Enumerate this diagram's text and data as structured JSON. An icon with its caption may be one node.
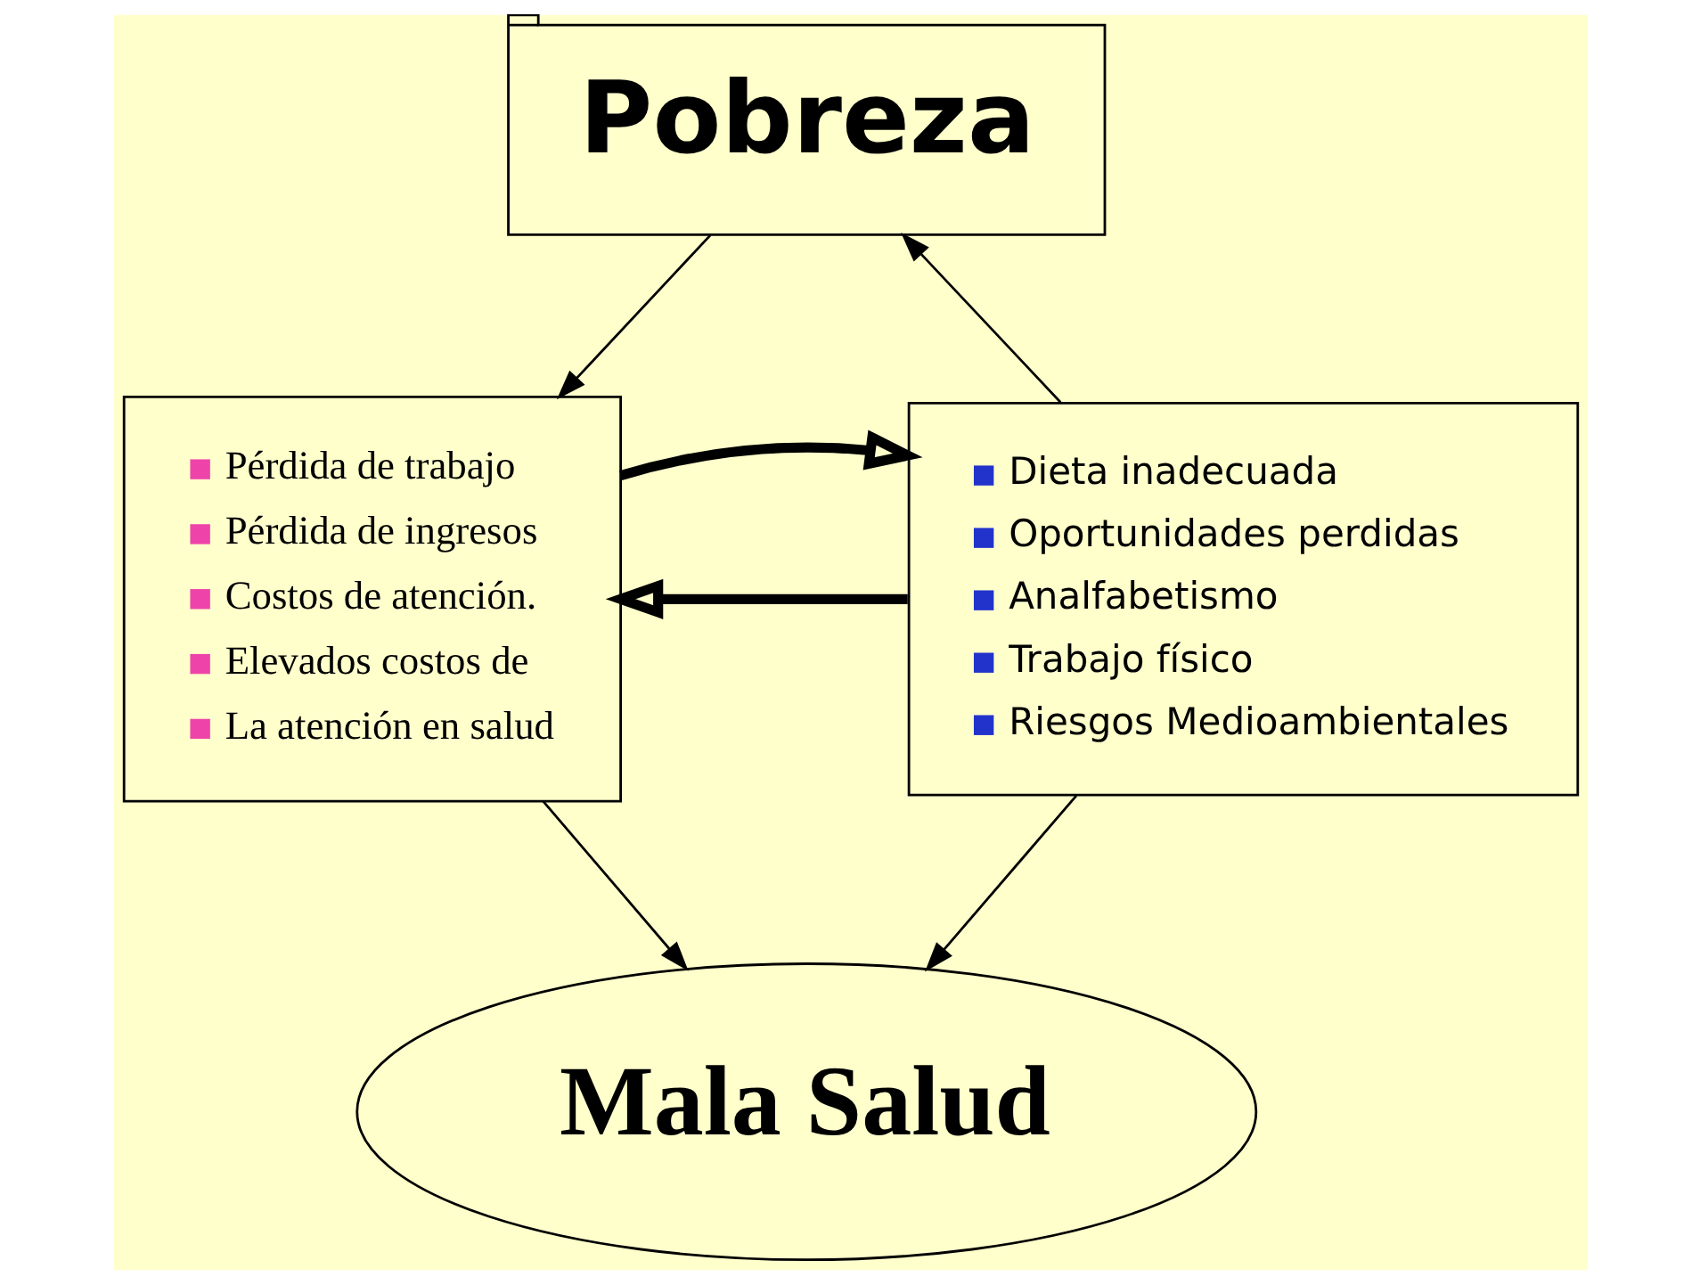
{
  "diagram": {
    "nodes": [
      {
        "text": [
          "Pobreza"
        ]
      },
      {
        "text": [
          "Dieta inadecuada",
          "Oportunidades perdidas",
          "Analfabetismo",
          "Trabajo físico",
          "Riesgos Medioambientales"
        ]
      },
      {
        "text": [
          "Pérdida de trabajo",
          "Pérdida de ingresos",
          "Costos de atención.",
          "Elevados costos de",
          "La atención en salud"
        ]
      },
      {
        "text": [
          "Mala Salud"
        ]
      }
    ],
    "edges": [
      {
        "from": 1,
        "to": 0,
        "arrow": "to"
      },
      {
        "from": 0,
        "to": 2,
        "arrow": "to"
      },
      {
        "from": 1,
        "to": 2,
        "arrow": "to",
        "style": "thick"
      },
      {
        "from": 2,
        "to": 1,
        "arrow": "to",
        "style": "thick"
      },
      {
        "from": 1,
        "to": 3,
        "arrow": "to"
      },
      {
        "from": 2,
        "to": 3,
        "arrow": "to"
      }
    ]
  }
}
